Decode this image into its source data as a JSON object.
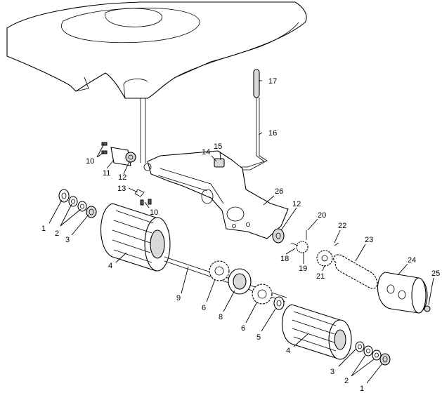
{
  "callouts": [
    {
      "id": "c1a",
      "text": "1"
    },
    {
      "id": "c2a",
      "text": "2"
    },
    {
      "id": "c3a",
      "text": "3"
    },
    {
      "id": "c4a",
      "text": "4"
    },
    {
      "id": "c4b",
      "text": "4"
    },
    {
      "id": "c3b",
      "text": "3"
    },
    {
      "id": "c2b",
      "text": "2"
    },
    {
      "id": "c1b",
      "text": "1"
    },
    {
      "id": "c5",
      "text": "5"
    },
    {
      "id": "c6a",
      "text": "6"
    },
    {
      "id": "c6b",
      "text": "6"
    },
    {
      "id": "c8",
      "text": "8"
    },
    {
      "id": "c9",
      "text": "9"
    },
    {
      "id": "c10a",
      "text": "10"
    },
    {
      "id": "c10b",
      "text": "10"
    },
    {
      "id": "c11",
      "text": "11"
    },
    {
      "id": "c12a",
      "text": "12"
    },
    {
      "id": "c12b",
      "text": "12"
    },
    {
      "id": "c13",
      "text": "13"
    },
    {
      "id": "c14",
      "text": "14"
    },
    {
      "id": "c15",
      "text": "15"
    },
    {
      "id": "c16",
      "text": "16"
    },
    {
      "id": "c17",
      "text": "17"
    },
    {
      "id": "c18",
      "text": "18"
    },
    {
      "id": "c19",
      "text": "19"
    },
    {
      "id": "c20",
      "text": "20"
    },
    {
      "id": "c21",
      "text": "21"
    },
    {
      "id": "c22",
      "text": "22"
    },
    {
      "id": "c23",
      "text": "23"
    },
    {
      "id": "c24",
      "text": "24"
    },
    {
      "id": "c25",
      "text": "25"
    },
    {
      "id": "c26",
      "text": "26"
    }
  ]
}
